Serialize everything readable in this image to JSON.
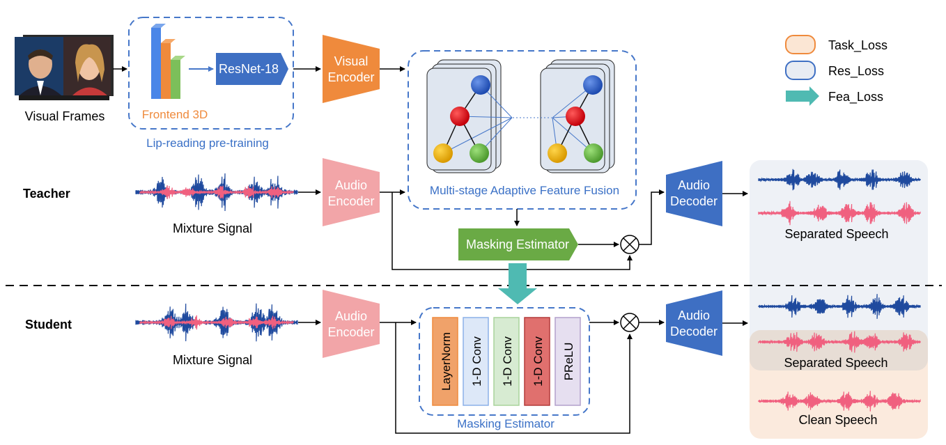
{
  "inputs": {
    "visual_frames": "Visual Frames",
    "teacher_mixture": "Mixture Signal",
    "student_mixture": "Mixture Signal"
  },
  "roles": {
    "teacher": "Teacher",
    "student": "Student"
  },
  "pretraining": {
    "frontend": "Frontend 3D",
    "backbone": "ResNet-18",
    "caption": "Lip-reading pre-training"
  },
  "blocks": {
    "visual_encoder": [
      "Visual",
      "Encoder"
    ],
    "teacher_audio_encoder": [
      "Audio",
      "Encoder"
    ],
    "student_audio_encoder": [
      "Audio",
      "Encoder"
    ],
    "teacher_audio_decoder": [
      "Audio",
      "Decoder"
    ],
    "student_audio_decoder": [
      "Audio",
      "Decoder"
    ],
    "teacher_masking_estimator": "Masking Estimator",
    "fusion_caption": "Multi-stage Adaptive Feature Fusion",
    "student_masking_caption": "Masking Estimator",
    "student_masking_layers": [
      "LayerNorm",
      "1-D  Conv",
      "1-D  Conv",
      "1-D  Conv",
      "PReLU"
    ]
  },
  "outputs": {
    "teacher_separated": "Separated Speech",
    "student_separated": "Separated Speech",
    "clean": "Clean Speech"
  },
  "legend": {
    "task_loss": "Task_Loss",
    "res_loss": "Res_Loss",
    "fea_loss": "Fea_Loss"
  },
  "colors": {
    "encoder_orange": "#ef8a3c",
    "audio_pink": "#f2a5a8",
    "decoder_blue": "#3e6fc3",
    "mask_green": "#6aaa45",
    "dash_blue": "#4677c9",
    "wave_blue": "#1f4a9e",
    "wave_pink": "#f0607f",
    "fea_arrow": "#4fbab2",
    "node_blue": "#2f5fc0",
    "node_red": "#e8111a",
    "node_yellow": "#f0b400",
    "node_green": "#6cc04a"
  }
}
